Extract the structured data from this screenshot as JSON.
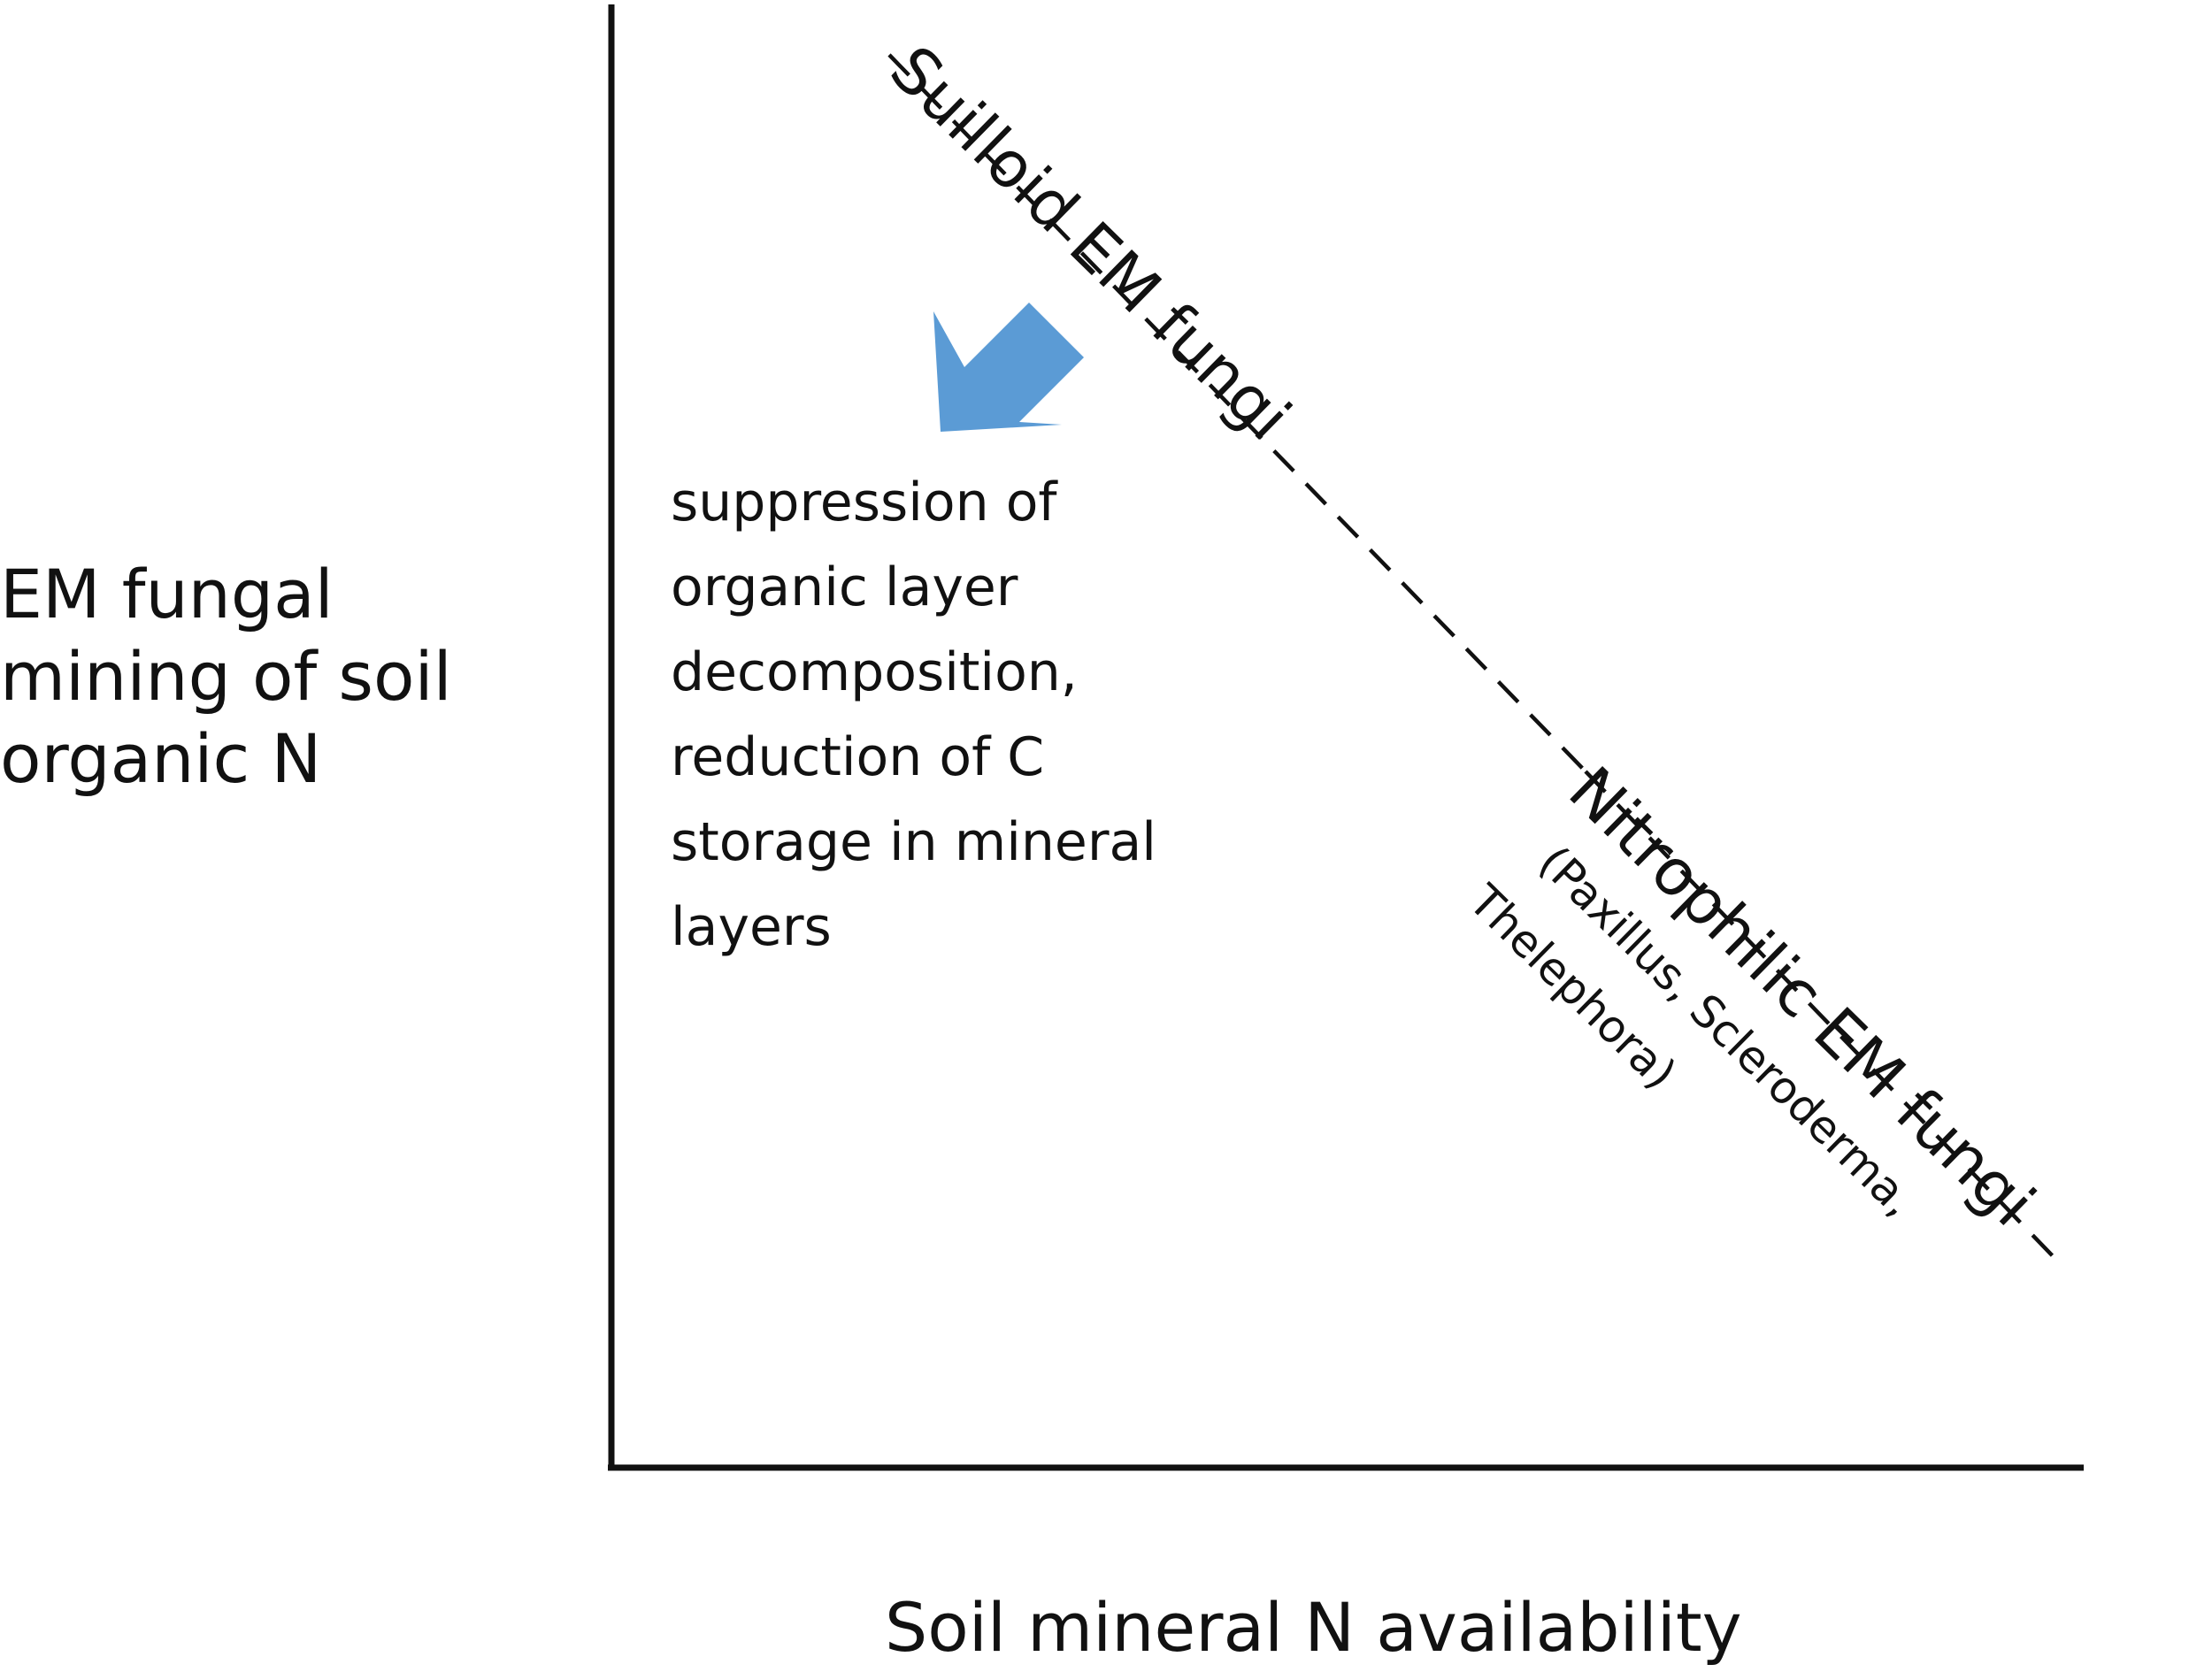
{
  "y_axis_label": "EM fungal\nmining of soil\norganic N",
  "x_axis_label": "Soil mineral N availability",
  "line_label_upper": "Suilloid EM fungi",
  "line_label_lower": "Nitrophilic EM fungi",
  "lower_genera_line1": "(Paxillus, Scleroderma,",
  "lower_genera_line2": "Thelephora)",
  "arrow_note": "suppression of\norganic layer\ndecomposition,\nreduction of C\nstorage in mineral\nlayers",
  "colors": {
    "arrow": "#5B9BD5",
    "axis": "#111111",
    "text": "#111111"
  },
  "icons": {
    "arrow": "down-left-arrow-icon"
  }
}
